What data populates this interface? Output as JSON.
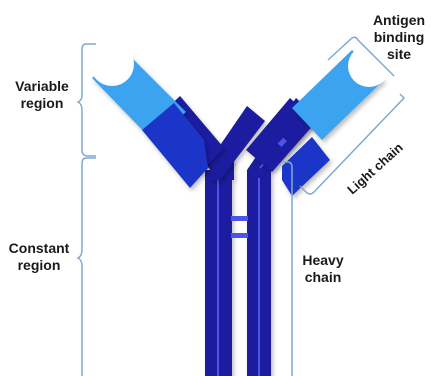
{
  "labels": {
    "variable_region": [
      "Variable",
      "region"
    ],
    "constant_region": [
      "Constant",
      "region"
    ],
    "antigen_binding_site": [
      "Antigen",
      "binding",
      "site"
    ],
    "heavy_chain": [
      "Heavy",
      "chain"
    ],
    "light_chain": "Light chain"
  },
  "colors": {
    "heavy_chain": "#1a1aa0",
    "heavy_chain_stripe": "#4b56e8",
    "light_chain_variable": "#3aa3ef",
    "light_chain_constant": "#1b36c9",
    "antigen_site": "#ffffff",
    "bracket": "#7fa9d4",
    "disulfide_bond": "#4b56e8"
  }
}
